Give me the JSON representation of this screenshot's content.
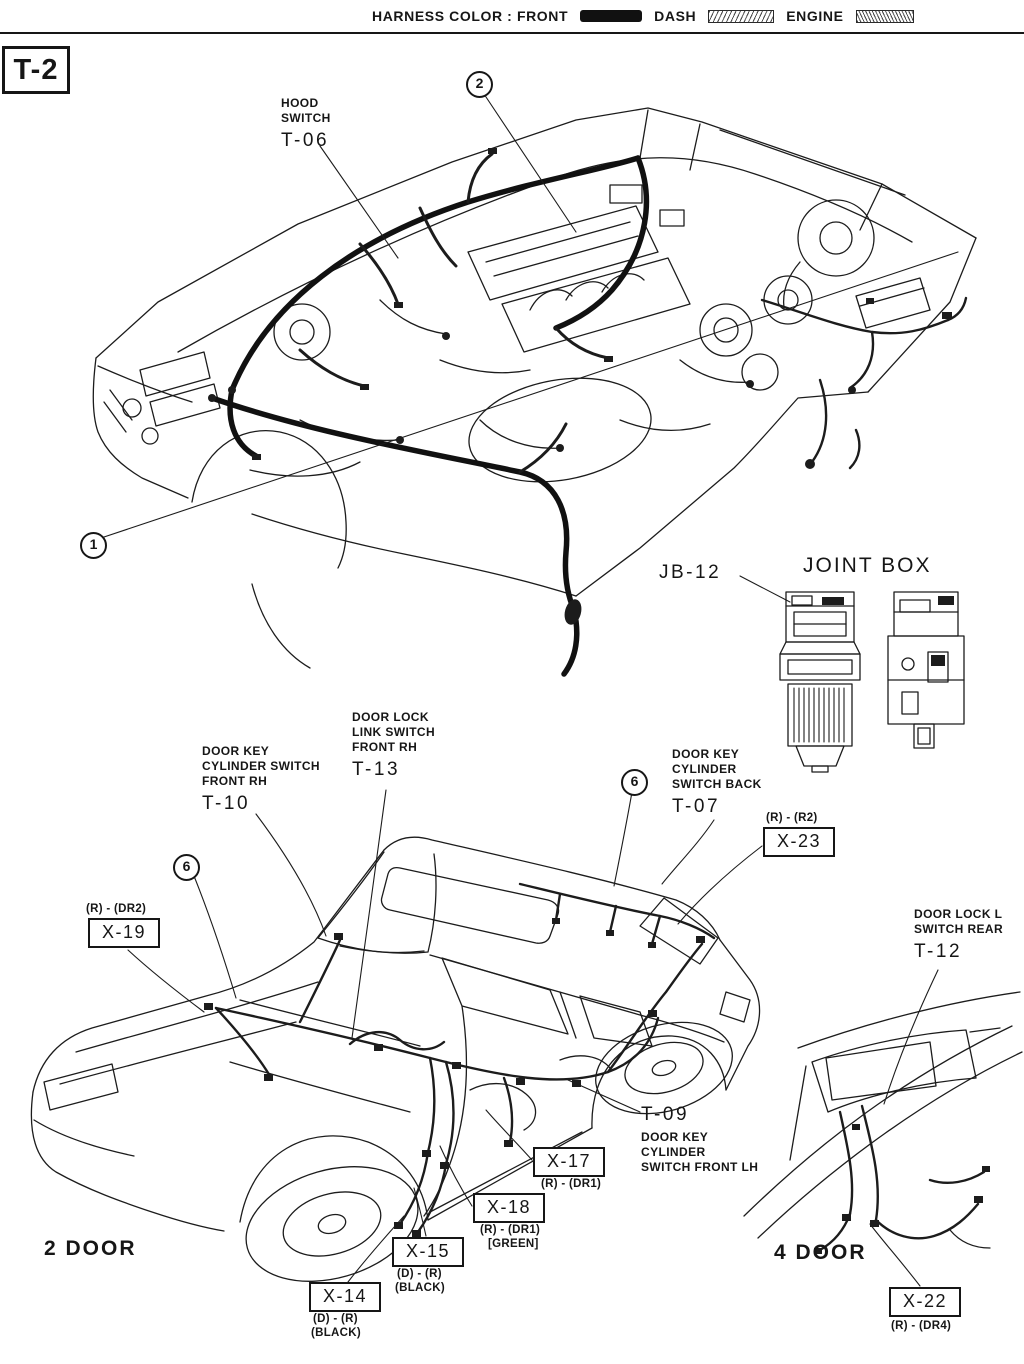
{
  "header": {
    "title": "HARNESS COLOR : FRONT",
    "dash": "DASH",
    "engine": "ENGINE"
  },
  "page_code": "T-2",
  "engine_bay": {
    "callout_2": "2",
    "callout_1": "1",
    "hood_switch_line1": "HOOD",
    "hood_switch_line2": "SWITCH",
    "hood_switch_code": "T-06",
    "jb_code": "JB-12",
    "joint_box_title": "JOINT BOX"
  },
  "two_door": {
    "caption": "2 DOOR",
    "callout_6_upper": "6",
    "callout_6_left": "6",
    "t10_line1": "DOOR KEY",
    "t10_line2": "CYLINDER SWITCH",
    "t10_line3": "FRONT RH",
    "t10_code": "T-10",
    "t13_line1": "DOOR LOCK",
    "t13_line2": "LINK SWITCH",
    "t13_line3": "FRONT RH",
    "t13_code": "T-13",
    "t07_line1": "DOOR KEY",
    "t07_line2": "CYLINDER",
    "t07_line3": "SWITCH BACK",
    "t07_code": "T-07",
    "t09_code": "T-09",
    "t09_line1": "DOOR KEY",
    "t09_line2": "CYLINDER",
    "t09_line3": "SWITCH FRONT LH",
    "x23_note": "(R) - (R2)",
    "x23_code": "X-23",
    "x19_note": "(R) - (DR2)",
    "x19_code": "X-19",
    "x17_code": "X-17",
    "x17_note": "(R) - (DR1)",
    "x18_code": "X-18",
    "x18_note": "(R) - (DR1)",
    "x18_note2": "[GREEN]",
    "x15_code": "X-15",
    "x15_note": "(D) - (R)",
    "x15_note2": "(BLACK)",
    "x14_code": "X-14",
    "x14_note": "(D) - (R)",
    "x14_note2": "(BLACK)"
  },
  "four_door": {
    "caption": "4 DOOR",
    "t12_line1": "DOOR LOCK L",
    "t12_line2": "SWITCH REAR",
    "t12_code": "T-12",
    "x22_code": "X-22",
    "x22_note": "(R) - (DR4)"
  }
}
